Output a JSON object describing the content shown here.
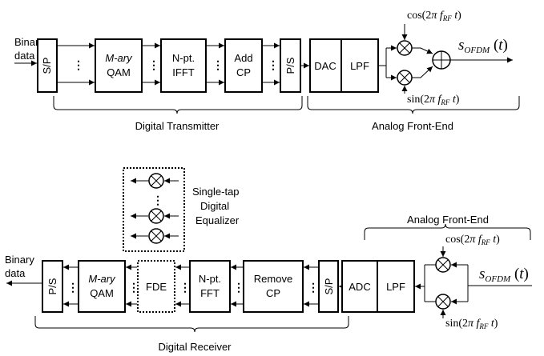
{
  "transmitter": {
    "input_label": [
      "Binary",
      "data"
    ],
    "blocks": {
      "sp": "S/P",
      "qam": [
        "M-ary",
        "QAM"
      ],
      "ifft": [
        "N-pt.",
        "IFFT"
      ],
      "addcp": [
        "Add",
        "CP"
      ],
      "ps": "P/S",
      "dac": "DAC",
      "lpf": "LPF"
    },
    "cos_label": "cos(2π f_RF t)",
    "sin_label": "sin(2π f_RF t)",
    "output_label": "s_OFDM (t)",
    "digital_brace": "Digital Transmitter",
    "analog_brace": "Analog Front-End"
  },
  "receiver": {
    "output_label": [
      "Binary",
      "data"
    ],
    "blocks": {
      "ps": "P/S",
      "qam": [
        "M-ary",
        "QAM"
      ],
      "fde": "FDE",
      "fft": [
        "N-pt.",
        "FFT"
      ],
      "removecp": [
        "Remove",
        "CP"
      ],
      "sp": "S/P",
      "adc": "ADC",
      "lpf": "LPF"
    },
    "equalizer_label": [
      "Single-tap",
      "Digital",
      "Equalizer"
    ],
    "cos_label": "cos(2π f_RF t)",
    "sin_label": "sin(2π f_RF t)",
    "input_label": "s_OFDM (t)",
    "analog_brace": "Analog Front-End",
    "digital_brace": "Digital Receiver"
  }
}
